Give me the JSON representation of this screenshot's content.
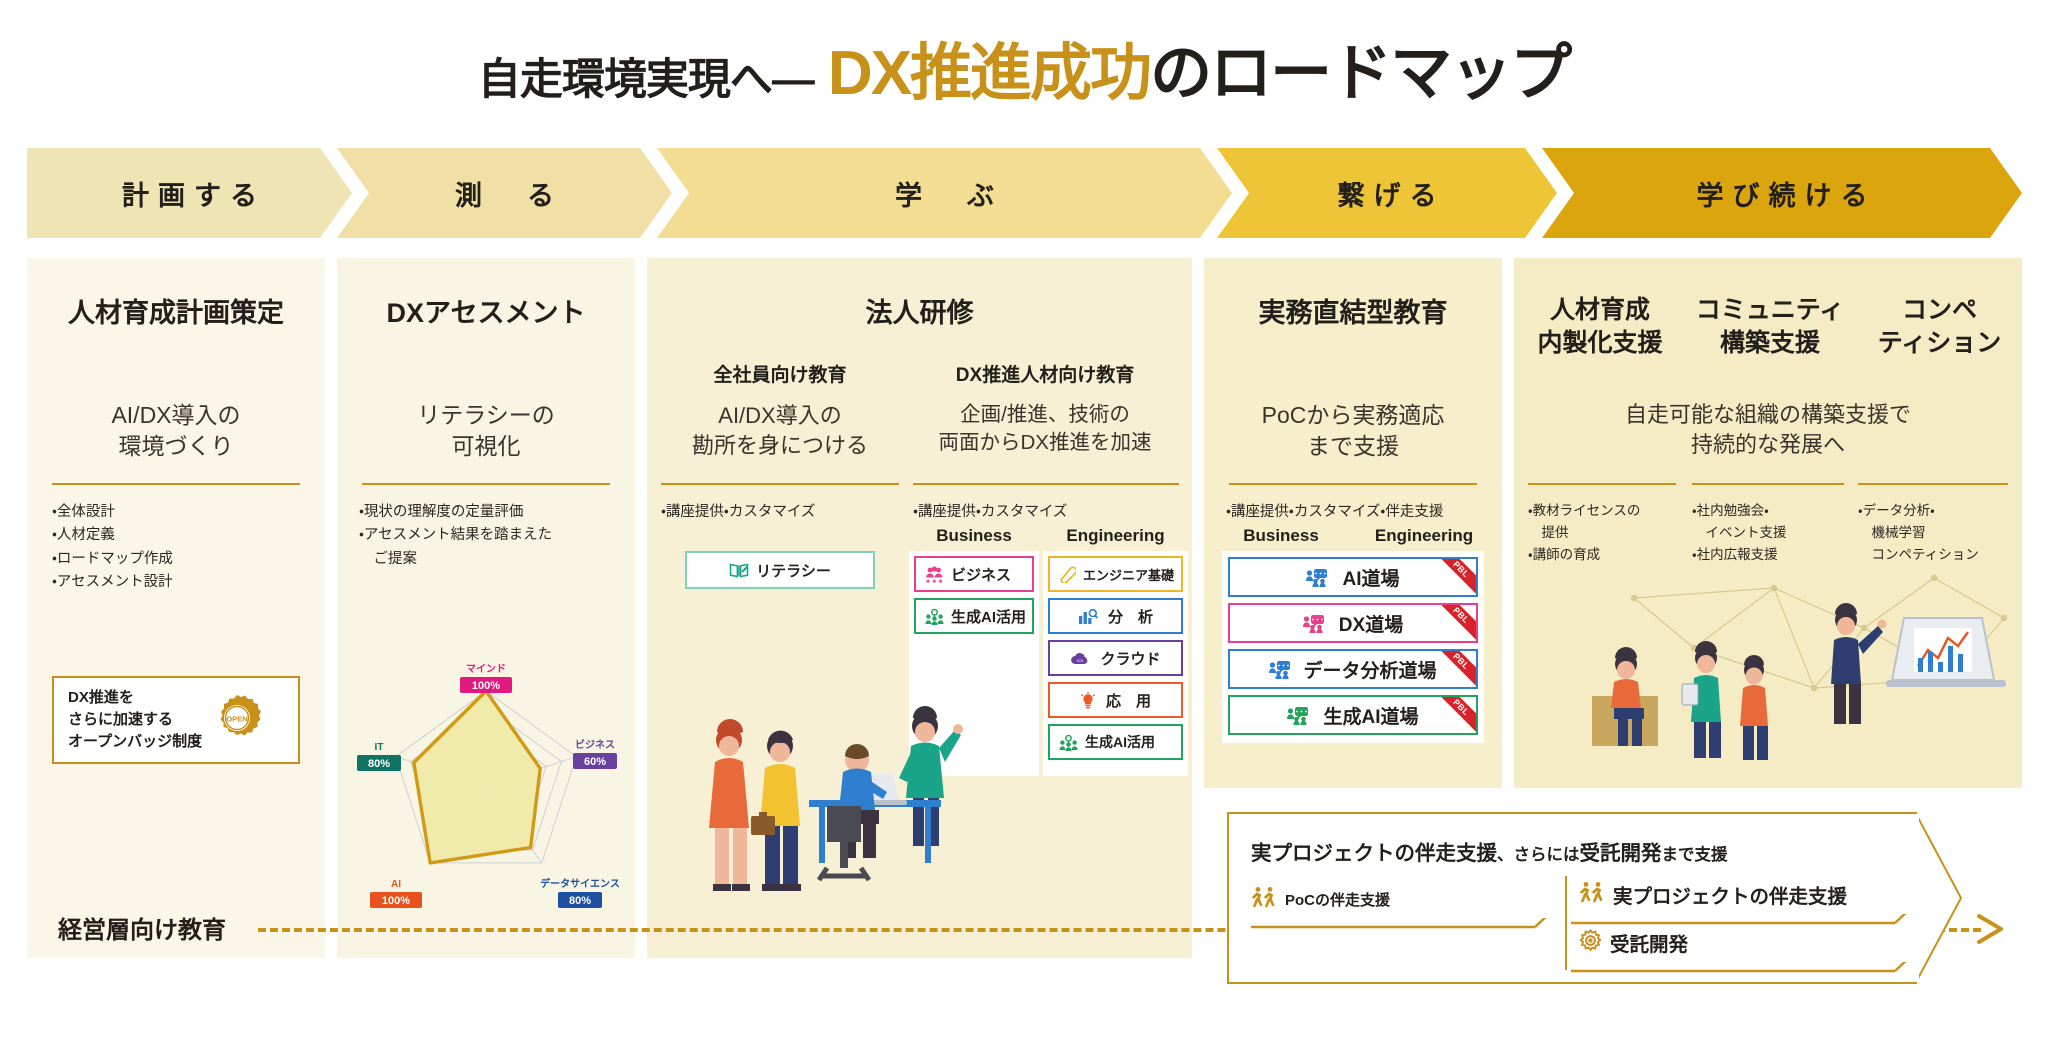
{
  "header": {
    "lead": "自走環境実現へ―",
    "main_gold": "DX推進成功",
    "main_dark": "のロードマップ"
  },
  "stages": [
    {
      "label": "計画する",
      "color": "#efe4b4"
    },
    {
      "label": "測　る",
      "color": "#f0e0a6"
    },
    {
      "label": "学　ぶ",
      "color": "#f2dd92"
    },
    {
      "label": "繋げる",
      "color": "#edc536"
    },
    {
      "label": "学び続ける",
      "color": "#dba50d"
    }
  ],
  "columns": [
    {
      "id": "plan",
      "title": "人材育成計画策定",
      "subtitle": "AI/DX導入の\n環境づくり",
      "bullets": [
        "・全体設計",
        "・人材定義",
        "・ロードマップ作成",
        "・アセスメント設計"
      ],
      "badge": {
        "lines": [
          "DX推進を",
          "さらに加速する",
          "オープンバッジ制度"
        ],
        "seal_text": "OPEN"
      }
    },
    {
      "id": "measure",
      "title": "DXアセスメント",
      "subtitle": "リテラシーの\n可視化",
      "bullets": [
        "・現状の理解度の定量評価",
        "・アセスメント結果を踏まえた",
        "　ご提案"
      ]
    },
    {
      "id": "learn",
      "title": "法人研修",
      "left": {
        "heading": "全社員向け教育",
        "subtitle": "AI/DX導入の\n勘所を身につける",
        "bullet": "・講座提供・カスタマイズ",
        "box": {
          "label": "リテラシー",
          "icon": "open-book-pen-icon",
          "color": "#1aa58a"
        }
      },
      "right": {
        "heading": "DX推進人材向け教育",
        "subtitle": "企画/推進、技術の\n両面からDX推進を加速",
        "bullet": "・講座提供・カスタマイズ",
        "group_headers": [
          "Business",
          "Engineering"
        ],
        "business": [
          {
            "label": "ビジネス",
            "icon": "people-star-icon",
            "color": "#e8408a"
          },
          {
            "label": "生成AI活用",
            "icon": "people-bulb-icon",
            "color": "#22a45d"
          }
        ],
        "engineering": [
          {
            "label": "エンジニア基礎",
            "icon": "pen-clip-icon",
            "color": "#f0b429"
          },
          {
            "label": "分　析",
            "icon": "bar-chart-search-icon",
            "color": "#2f7fd1"
          },
          {
            "label": "クラウド",
            "icon": "cloud-code-icon",
            "color": "#6b3fa0"
          },
          {
            "label": "応　用",
            "icon": "lightbulb-icon",
            "color": "#f05a28"
          },
          {
            "label": "生成AI活用",
            "icon": "people-bulb-icon",
            "color": "#22a45d"
          }
        ]
      }
    },
    {
      "id": "connect",
      "title": "実務直結型教育",
      "subtitle": "PoCから実務適応\nまで支援",
      "bullets": [
        "・講座提供・カスタマイズ・伴走支援"
      ],
      "group_headers": [
        "Business",
        "Engineering"
      ],
      "dojos": [
        {
          "label": "AI道場",
          "icon": "team-chat-icon",
          "color": "#2f7fd1",
          "ribbon": "PBL"
        },
        {
          "label": "DX道場",
          "icon": "team-chat-icon",
          "color": "#e8408a",
          "ribbon": "PBL"
        },
        {
          "label": "データ分析道場",
          "icon": "team-chat-icon",
          "color": "#2f7fd1",
          "ribbon": "PBL"
        },
        {
          "label": "生成AI道場",
          "icon": "team-chat-icon",
          "color": "#22a45d",
          "ribbon": "PBL"
        }
      ]
    },
    {
      "id": "keep-learning",
      "titles": [
        "人材育成\n内製化支援",
        "コミュニティ\n構築支援",
        "コンペ\nティション"
      ],
      "subtitle": "自走可能な組織の構築支援で\n持続的な発展へ",
      "bullet_groups": [
        [
          "・教材ライセンスの",
          "　提供",
          "・講師の育成"
        ],
        [
          "・社内勉強会・",
          "　イベント支援",
          "・社内広報支援"
        ],
        [
          "・データ分析・",
          "　機械学習",
          "　コンペティション"
        ]
      ]
    }
  ],
  "callout": {
    "title_strong_1": "実プロジェクトの伴走支援",
    "title_thin_1": "、さらには",
    "title_strong_2": "受託開発",
    "title_thin_2": "まで支援",
    "left_item": {
      "label": "PoCの伴走支援",
      "icon": "runners-icon"
    },
    "right_items": [
      {
        "label": "実プロジェクトの伴走支援",
        "icon": "runners-icon"
      },
      {
        "label": "受託開発",
        "icon": "gear-icon"
      }
    ]
  },
  "footer": {
    "exec_label": "経営層向け教育"
  },
  "chart_data": {
    "type": "radar",
    "title": "リテラシー可視化レーダーチャート",
    "categories": [
      "マインド",
      "ビジネス",
      "データサイエンス",
      "AI",
      "IT"
    ],
    "values": [
      100,
      60,
      80,
      100,
      80
    ],
    "value_labels": [
      "100%",
      "60%",
      "80%",
      "100%",
      "80%"
    ],
    "label_colors": [
      "#e2197f",
      "#6b3fa0",
      "#1e50a2",
      "#e8521e",
      "#0f7464"
    ],
    "max": 100,
    "rings": 6,
    "fill": "#efe9a8",
    "stroke": "#d09a16",
    "grid": "#cfcfd4"
  }
}
